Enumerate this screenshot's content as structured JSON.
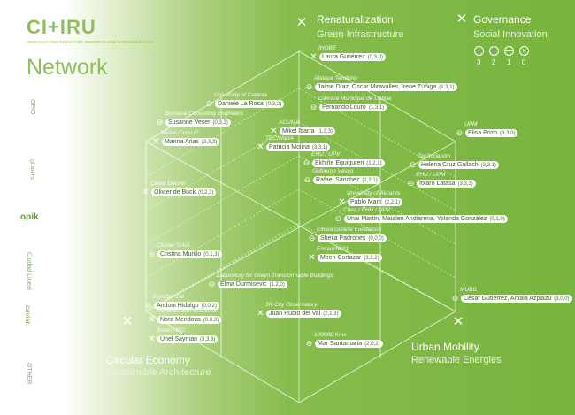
{
  "logo": {
    "title": "CI+IRU",
    "subtitle": "RESEARCH AND INNOVATION CENTER\nIN URBAN REGENERATION",
    "network": "Network"
  },
  "sponsors": [
    "OPIO",
    "gI.au+s",
    "opik",
    "Ciudad Lineal",
    "caviar",
    "OTHER"
  ],
  "categories": {
    "renaturalization": {
      "title": "Renaturalization",
      "sub": "Green Infrastructure"
    },
    "governance": {
      "title": "Governance",
      "sub": "Social Innovation"
    },
    "circular": {
      "title": "Circular Economy",
      "sub": "Sustainable Architecture"
    },
    "mobility": {
      "title": "Urban Mobility",
      "sub": "Renewable Energies"
    }
  },
  "governance_scale": {
    "labels": [
      "3",
      "2",
      "1",
      "0"
    ]
  },
  "nodes": [
    {
      "org": "IHOBE",
      "person": "Laura Gutiérrez",
      "score": "(0,3,0)"
    },
    {
      "org": "Atalaya Territorio",
      "person": "Jaime Díaz, Óscar Miravalles, Irene Zúñiga",
      "score": "(1,3,1)"
    },
    {
      "org": "Cámara Municipal de Lisboa",
      "person": "Fernando Louro",
      "score": "(1,3,1)"
    },
    {
      "org": "University of Catania",
      "person": "Daniele La Rosa",
      "score": "(0,3,2)"
    },
    {
      "org": "Biomasa Consulting Engineers",
      "person": "Susanne Veser",
      "score": "(0,3,3)"
    },
    {
      "org": "ACUMA",
      "person": "Mikel Ibarra",
      "score": "(1,3,3)"
    },
    {
      "org": "Mazar Curxi IF",
      "person": "Marina Arias",
      "score": "(3,3,3)"
    },
    {
      "org": "TECNALIA",
      "person": "Patricia Molina",
      "score": "(3,3,1)"
    },
    {
      "org": "UPM",
      "person": "Elisa Pozo",
      "score": "(3,3,0)"
    },
    {
      "org": "EHU / UPV",
      "person": "Ekhiñe Eguiguren",
      "score": "(1,2,1)"
    },
    {
      "org": "Territoria.xim",
      "person": "Helena Cruz Gallach",
      "score": "(3,3,1)"
    },
    {
      "org": "Gobierno Vasco",
      "person": "Rafael Sánchez",
      "score": "(1,2,1)"
    },
    {
      "org": "EHU / UPM",
      "person": "Itxaro Latasa",
      "score": "(3,3,3)"
    },
    {
      "org": "Cliwat Decoot",
      "person": "Olivier de Buck",
      "score": "(0,2,3)"
    },
    {
      "org": "University of Alicante",
      "person": "Pablo Martí",
      "score": "(2,2,1)"
    },
    {
      "org": "Cnes / EHU / UPV",
      "person": "Unai Martín, Maialen Andiarena, Yolanda González",
      "score": "(0,1,0)"
    },
    {
      "org": "Elhuia Gizarte Fundazioa",
      "person": "Sheila Padrones",
      "score": "(0,0,0)"
    },
    {
      "org": "Cluster GAIA",
      "person": "Cristina Murillo",
      "score": "(0,1,3)"
    },
    {
      "org": "Ensanche21",
      "person": "Miren Cortazar",
      "score": "(3,3,2)"
    },
    {
      "org": "Laboratory for Green Transformable Buildings",
      "person": "Elma Durmisevic",
      "score": "(1,2,0)"
    },
    {
      "org": "EuroSol Cal",
      "person": "Andoni Hidalgo",
      "score": "(0,0,2)"
    },
    {
      "org": "Fomento San Sebastián",
      "person": "Nora Mendoza",
      "score": "(0,0,3)"
    },
    {
      "org": "3R City Observatory",
      "person": "Juan Rubio del Val",
      "score": "(2,1,3)"
    },
    {
      "org": "MUBIL",
      "person": "César Gutiérrez, Amaia Azpiazu",
      "score": "(3,0,0)"
    },
    {
      "org": "Smart REC",
      "person": "Únel Sayman",
      "score": "(3,3,3)"
    },
    {
      "org": "100000 Kms",
      "person": "Mar Santamaría",
      "score": "(2,0,2)"
    }
  ]
}
